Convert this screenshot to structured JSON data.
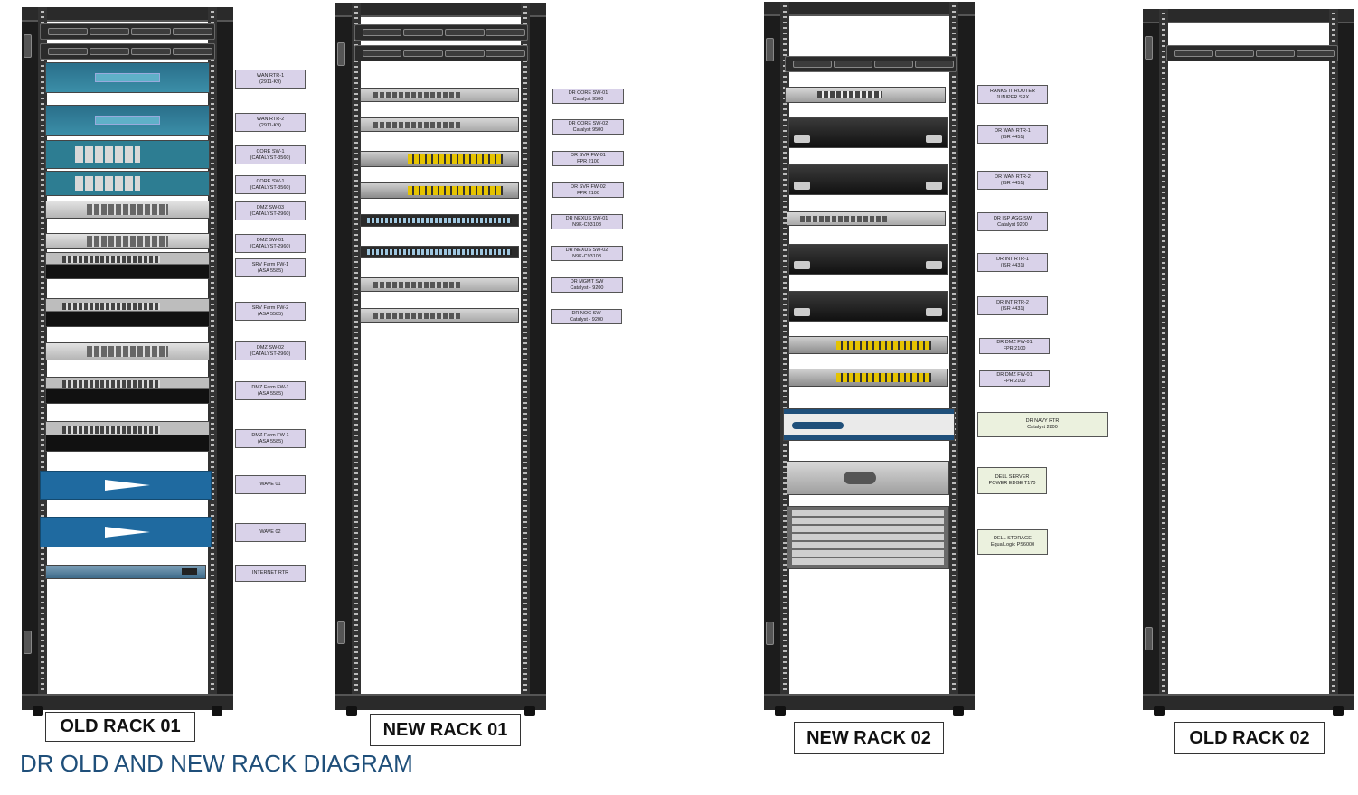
{
  "caption": "DR OLD AND NEW RACK DIAGRAM",
  "racks": {
    "old1": {
      "title": "OLD RACK 01"
    },
    "new1": {
      "title": "NEW RACK 01"
    },
    "new2": {
      "title": "NEW RACK 02"
    },
    "old2": {
      "title": "OLD RACK 02"
    }
  },
  "old_rack_01_labels": [
    {
      "line1": "WAN RTR-1",
      "line2": "(2911-K9)"
    },
    {
      "line1": "WAN RTR-2",
      "line2": "(2911-K9)"
    },
    {
      "line1": "CORE SW-1",
      "line2": "(CATALYST-3560)"
    },
    {
      "line1": "CORE SW-1",
      "line2": "(CATALYST-3560)"
    },
    {
      "line1": "DMZ SW-03",
      "line2": "(CATALYST-2960)"
    },
    {
      "line1": "DMZ SW-01",
      "line2": "(CATALYST-2960)"
    },
    {
      "line1": "SRV Farm FW-1",
      "line2": "(ASA 5585)"
    },
    {
      "line1": "SRV Farm FW-2",
      "line2": "(ASA 5585)"
    },
    {
      "line1": "DMZ SW-02",
      "line2": "(CATALYST-2960)"
    },
    {
      "line1": "DMZ Farm FW-1",
      "line2": "(ASA 5585)"
    },
    {
      "line1": "DMZ Farm FW-1",
      "line2": "(ASA 5585)"
    },
    {
      "line1": "WAVE 01",
      "line2": ""
    },
    {
      "line1": "WAVE 02",
      "line2": ""
    },
    {
      "line1": "INTERNET RTR",
      "line2": ""
    }
  ],
  "new_rack_01_labels": [
    {
      "line1": "DR CORE SW-01",
      "line2": "Catalyst 9500"
    },
    {
      "line1": "DR CORE SW-02",
      "line2": "Catalyst 9500"
    },
    {
      "line1": "DR SVR FW-01",
      "line2": "FPR 2100"
    },
    {
      "line1": "DR SVR FW-02",
      "line2": "FPR 2100"
    },
    {
      "line1": "DR NEXUS SW-01",
      "line2": "N9K-C93108"
    },
    {
      "line1": "DR NEXUS SW-02",
      "line2": "N9K-C93108"
    },
    {
      "line1": "DR MGMT SW",
      "line2": "Catalyst - 9200"
    },
    {
      "line1": "DR NOC SW",
      "line2": "Catalyst - 9200"
    }
  ],
  "new_rack_02_labels": [
    {
      "line1": "RANKS IT ROUTER",
      "line2": "JUNIPER SRX"
    },
    {
      "line1": "DR WAN RTR-1",
      "line2": "(ISR 4451)"
    },
    {
      "line1": "DR WAN RTR-2",
      "line2": "(ISR 4451)"
    },
    {
      "line1": "DR ISP AGG SW",
      "line2": "Catalyst 9200"
    },
    {
      "line1": "DR INT RTR-1",
      "line2": "(ISR 4431)"
    },
    {
      "line1": "DR INT RTR-2",
      "line2": "(ISR 4431)"
    },
    {
      "line1": "DR DMZ FW-01",
      "line2": "FPR 2100"
    },
    {
      "line1": "DR DMZ FW-01",
      "line2": "FPR 2100"
    },
    {
      "line1": "DR NAVY RTR",
      "line2": "Catalyst 2800"
    },
    {
      "line1": "DELL SERVER",
      "line2": "POWER EDGE T170"
    },
    {
      "line1": "DELL STORAGE",
      "line2": "EqualLogic PS6000"
    }
  ]
}
